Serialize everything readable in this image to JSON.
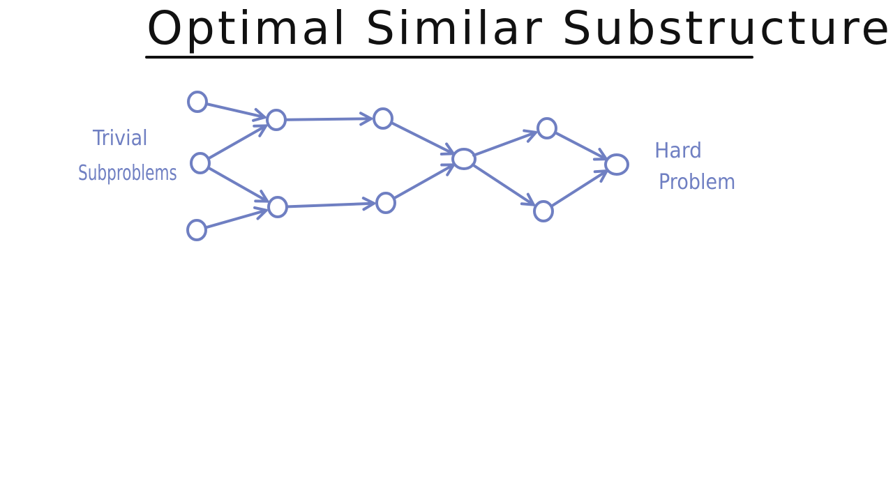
{
  "title": "Optimal Similar Substructure",
  "stroke_color": "#6f7fc2",
  "title_color": "#111111",
  "labels": {
    "trivial_line1": "Trivial",
    "trivial_line2": "Subproblems",
    "hard_line1": "Hard",
    "hard_line2": "Problem"
  },
  "nodes": [
    "t1",
    "t2",
    "t3",
    "a1",
    "a2",
    "b1",
    "b2",
    "m",
    "c1",
    "c2",
    "h"
  ],
  "edges": [
    [
      "t1",
      "a1"
    ],
    [
      "t2",
      "a1"
    ],
    [
      "t2",
      "a2"
    ],
    [
      "t3",
      "a2"
    ],
    [
      "a1",
      "b1"
    ],
    [
      "a2",
      "b2"
    ],
    [
      "b1",
      "m"
    ],
    [
      "b2",
      "m"
    ],
    [
      "m",
      "c1"
    ],
    [
      "m",
      "c2"
    ],
    [
      "c1",
      "h"
    ],
    [
      "c2",
      "h"
    ]
  ]
}
